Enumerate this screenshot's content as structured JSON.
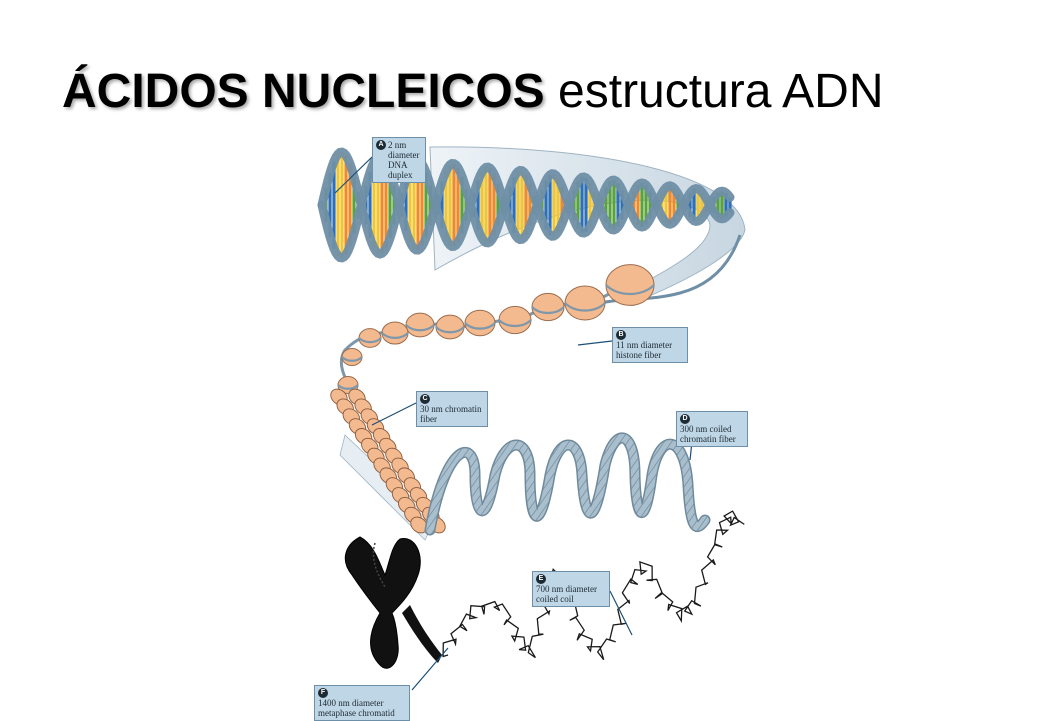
{
  "title": {
    "strong": "ÁCIDOS NUCLEICOS",
    "rest": " estructura ADN"
  },
  "labels": [
    {
      "letter": "A",
      "text": "2 nm\ndiameter\nDNA\nduplex"
    },
    {
      "letter": "B",
      "text": "11 nm diameter\nhistone fiber"
    },
    {
      "letter": "C",
      "text": "30 nm chromatin\nfiber"
    },
    {
      "letter": "D",
      "text": "300 nm coiled\nchromatin fiber"
    },
    {
      "letter": "E",
      "text": "700 nm diameter\ncoiled coil"
    },
    {
      "letter": "F",
      "text": "1400 nm diameter\nmetaphase chromatid"
    }
  ],
  "colors": {
    "backbone": "#6f8fa6",
    "base_yellow": "#f2c62f",
    "base_orange": "#f08a26",
    "base_green": "#5aa33c",
    "base_blue": "#2f6fb5",
    "nucleosome": "#f3b98f",
    "chromatin_fiber": "#8fa9bb",
    "chromosome": "#111111"
  }
}
